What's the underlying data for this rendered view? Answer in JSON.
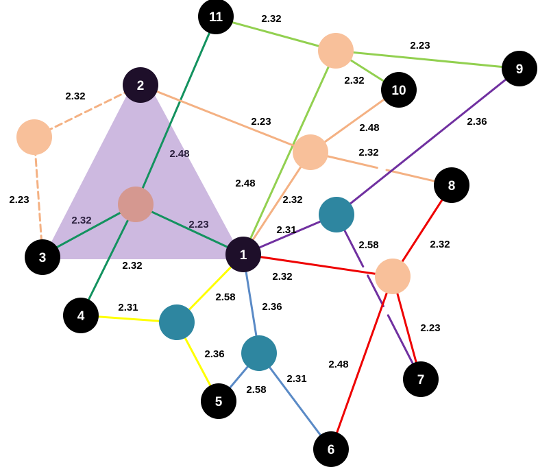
{
  "colors": {
    "triangle_fill": "#cdb9e0",
    "vertex_black": "#000000",
    "vertex_dark": "#1e0f2a",
    "hub_peach": "#f8c09a",
    "hub_teal": "#2e86a0",
    "hub_rose": "#d59890",
    "edge_label_text": "#000000",
    "edge_label_text_alt": "#2a1f3d",
    "node_label_text": "#ffffff",
    "green_dark": "#13925f",
    "green_light": "#92d050",
    "peach": "#f4b183",
    "purple": "#7030a0",
    "red": "#ee0000",
    "yellow": "#ffff00",
    "blue": "#5a8ac6"
  },
  "nodes": {
    "n1": {
      "label": "1"
    },
    "n2": {
      "label": "2"
    },
    "n3": {
      "label": "3"
    },
    "n4": {
      "label": "4"
    },
    "n5": {
      "label": "5"
    },
    "n6": {
      "label": "6"
    },
    "n7": {
      "label": "7"
    },
    "n8": {
      "label": "8"
    },
    "n9": {
      "label": "9"
    },
    "n10": {
      "label": "10"
    },
    "n11": {
      "label": "11"
    }
  },
  "edge_labels": {
    "e11_peachTop": "2.32",
    "ePeachTop_9": "2.23",
    "ePeachTop_10": "2.32",
    "e2_peachLeft": "2.32",
    "ePeachLeft_3": "2.23",
    "e2_peachMid": "2.23",
    "e10_peachMid": "2.48",
    "ePeachMid_8": "2.32",
    "e11_rose": "2.48",
    "e1_peachTop": "2.48",
    "e1_peachMid": "2.32",
    "e3_rose": "2.32",
    "e1_rose": "2.23",
    "e4_rose": "2.32",
    "e1_tealTop": "2.31",
    "e9_tealTop": "2.36",
    "eTealTop_7": "2.58",
    "e1_peachRight": "2.32",
    "e8_peachRight": "2.32",
    "ePeachRight_7": "2.23",
    "ePeachRight_6": "2.48",
    "e1_tealLeft": "2.58",
    "e4_tealLeft": "2.31",
    "eTealLeft_5": "2.36",
    "e1_tealBottom": "2.36",
    "e5_tealBottom": "2.58",
    "eTealBottom_6": "2.31"
  }
}
